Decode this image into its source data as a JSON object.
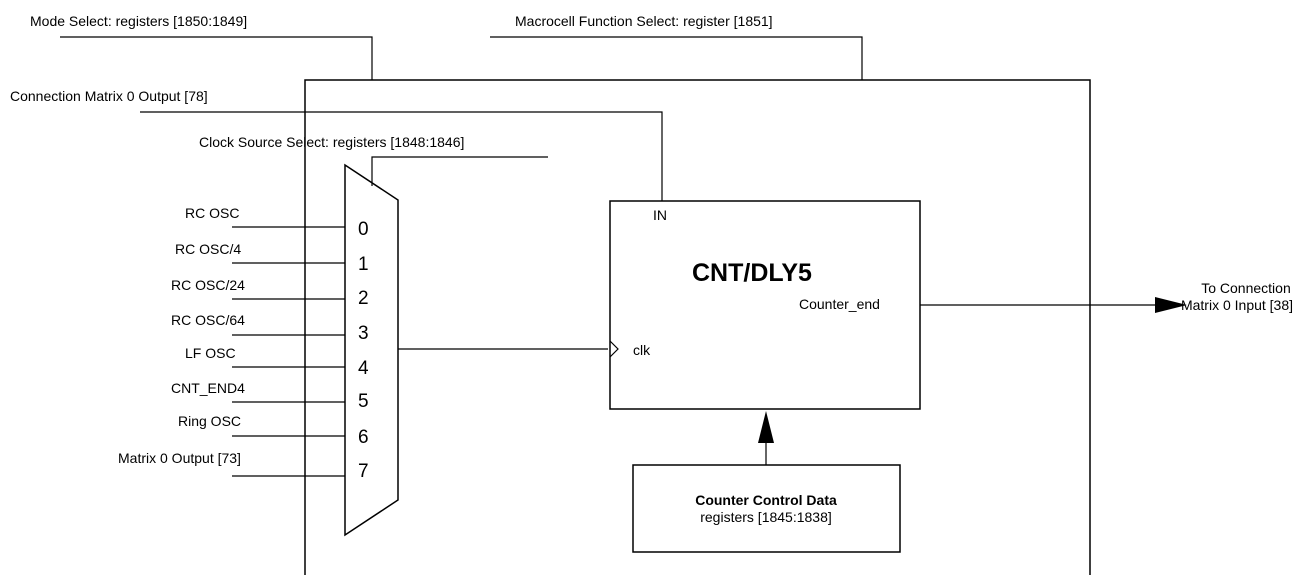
{
  "top_labels": {
    "mode_select": "Mode Select: registers [1850:1849]",
    "macrocell_select": "Macrocell Function Select: register [1851]",
    "connection_matrix_output": "Connection Matrix 0 Output [78]",
    "clock_source_select": "Clock Source Select: registers [1848:1846]"
  },
  "mux": {
    "inputs": [
      {
        "label": "RC OSC",
        "index": "0"
      },
      {
        "label": "RC OSC/4",
        "index": "1"
      },
      {
        "label": "RC OSC/24",
        "index": "2"
      },
      {
        "label": "RC OSC/64",
        "index": "3"
      },
      {
        "label": "LF OSC",
        "index": "4"
      },
      {
        "label": "CNT_END4",
        "index": "5"
      },
      {
        "label": "Ring OSC",
        "index": "6"
      },
      {
        "label": "Matrix 0 Output [73]",
        "index": "7"
      }
    ]
  },
  "block": {
    "title": "CNT/DLY5",
    "in_label": "IN",
    "clk_label": "clk",
    "counter_end_label": "Counter_end"
  },
  "output": {
    "line1": "To Connection",
    "line2": "Matrix 0 Input [38]"
  },
  "control": {
    "title": "Counter Control Data",
    "subtitle": "registers [1845:1838]"
  }
}
